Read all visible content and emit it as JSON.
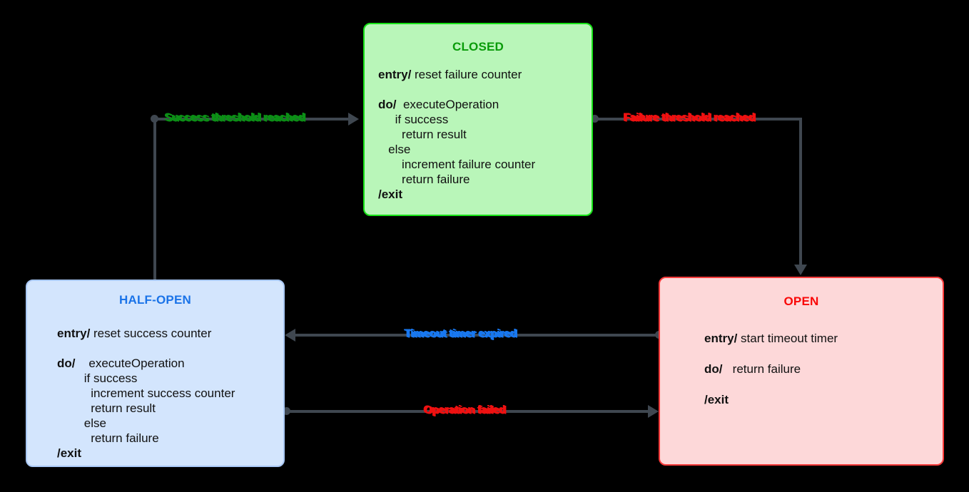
{
  "diagram": {
    "type": "state-machine",
    "title": "Circuit Breaker State Diagram",
    "states": [
      {
        "id": "closed",
        "name": "CLOSED",
        "color": "#0a9c0a",
        "fill": "#b9f6b9",
        "border": "#17e217",
        "entry_label": "entry/",
        "entry_action": " reset failure counter",
        "do_label": "do/",
        "do_body": "  executeOperation\n     if success\n       return result\n   else\n       increment failure counter\n       return failure",
        "exit_label": "/exit"
      },
      {
        "id": "half-open",
        "name": "HALF-OPEN",
        "color": "#1a73e8",
        "fill": "#d3e5fd",
        "border": "#a9c8f5",
        "entry_label": "entry/",
        "entry_action": " reset success counter",
        "do_label": "do/",
        "do_body": "    executeOperation\n        if success\n          increment success counter\n          return result\n        else\n          return failure",
        "exit_label": "/exit"
      },
      {
        "id": "open",
        "name": "OPEN",
        "color": "#f90707",
        "fill": "#fdd8d9",
        "border": "#fb3b3b",
        "entry_label": "entry/",
        "entry_action": " start timeout timer",
        "do_label": "do/",
        "do_body": "   return failure",
        "exit_label": "/exit"
      }
    ],
    "transitions": [
      {
        "id": "success-threshold",
        "from": "half-open",
        "to": "closed",
        "label": "Success threshold reached",
        "color": "#0c8f16"
      },
      {
        "id": "failure-threshold",
        "from": "closed",
        "to": "open",
        "label": "Failure threshold reached",
        "color": "#ef1111"
      },
      {
        "id": "timeout-expired",
        "from": "open",
        "to": "half-open",
        "label": "Timeout timer expired",
        "color": "#1878f0"
      },
      {
        "id": "operation-failed",
        "from": "half-open",
        "to": "open",
        "label": "Operation failed",
        "color": "#ef1111"
      }
    ]
  }
}
